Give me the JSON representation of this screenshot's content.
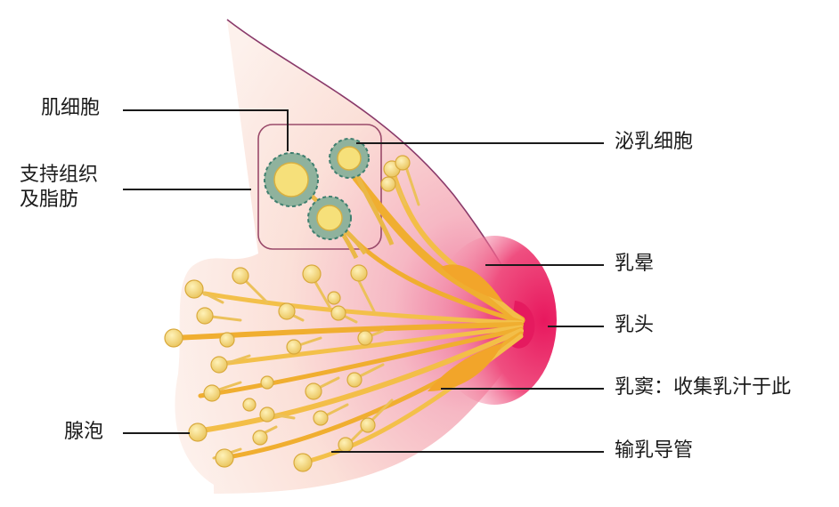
{
  "labels": {
    "muscle_cell": "肌细胞",
    "support_tissue_line1": "支持组织",
    "support_tissue_line2": "及脂肪",
    "secretory_cell": "泌乳细胞",
    "areola": "乳晕",
    "nipple": "乳头",
    "lactiferous_sinus": "乳窦：收集乳汁于此",
    "alveolus": "腺泡",
    "lactiferous_duct": "输乳导管"
  },
  "colors": {
    "breast_fill": "#f9dcd5",
    "breast_outline": "#8a3a6a",
    "areola": "#ea3f78",
    "duct": "#f2b233",
    "alveolus": "#f6d77a",
    "secretory_cell_ring": "#3f7f6f",
    "leader_line": "#1a1a1a"
  }
}
